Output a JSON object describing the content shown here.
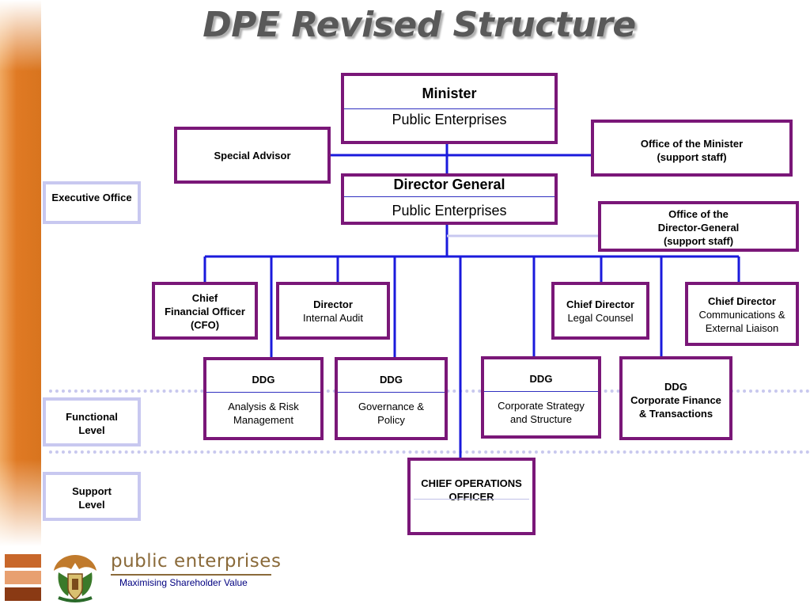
{
  "title": "DPE  Revised Structure",
  "levels": {
    "executive": "Executive Office",
    "functional": "Functional Level",
    "support": "Support Level"
  },
  "minister": {
    "title": "Minister",
    "subtitle": "Public Enterprises"
  },
  "special_advisor": "Special Advisor",
  "office_minister": {
    "line1": "Office of the Minister",
    "line2": "(support staff)"
  },
  "director_general": {
    "title": "Director General",
    "subtitle": "Public Enterprises"
  },
  "office_dg": {
    "line1": "Office of the",
    "line2": "Director-General",
    "line3": "(support staff)"
  },
  "cfo": {
    "line1": "Chief",
    "line2": "Financial Officer",
    "line3": "(CFO)"
  },
  "director_audit": {
    "title": "Director",
    "subtitle": "Internal Audit"
  },
  "chief_legal": {
    "title": "Chief Director",
    "subtitle": "Legal Counsel"
  },
  "chief_comms": {
    "title": "Chief Director",
    "line2": "Communications &",
    "line3": "External Liaison"
  },
  "ddg_risk": {
    "title": "DDG",
    "line1": "Analysis & Risk",
    "line2": "Management"
  },
  "ddg_gov": {
    "title": "DDG",
    "line1": "Governance &",
    "line2": "Policy"
  },
  "ddg_strategy": {
    "title": "DDG",
    "line1": "Corporate Strategy",
    "line2": "and Structure"
  },
  "ddg_finance": {
    "title": "DDG",
    "line1": "Corporate Finance",
    "line2": "& Transactions"
  },
  "coo": {
    "line1": "CHIEF OPERATIONS",
    "line2": "OFFICER"
  },
  "footer": {
    "brand": "public enterprises",
    "tagline": "Maximising Shareholder Value"
  },
  "colors": {
    "box_border": "#7a1778",
    "connector": "#1a1adc",
    "level_border": "#c8c8f0",
    "sidebar": "#e07a24"
  }
}
